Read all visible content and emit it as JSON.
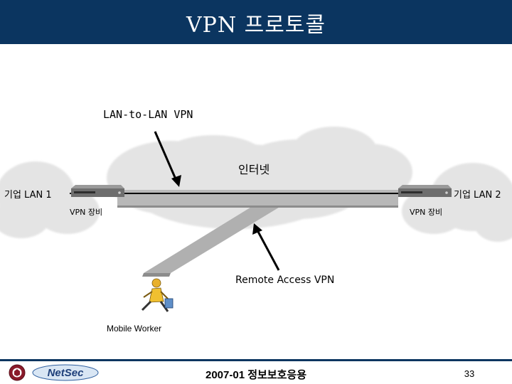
{
  "title": "VPN 프로토콜",
  "labels": {
    "lan_to_lan": "LAN-to-LAN VPN",
    "internet": "인터넷",
    "corp_lan_1": "기업 LAN 1",
    "corp_lan_2": "기업 LAN 2",
    "vpn_device_left": "VPN 장비",
    "vpn_device_right": "VPN 장비",
    "remote_access": "Remote Access VPN",
    "mobile_worker": "Mobile Worker"
  },
  "footer": {
    "course": "2007-01 정보보호응용",
    "page_number": "33",
    "logo_text": "NetSec"
  },
  "colors": {
    "title_bar": "#0b3560",
    "cloud": "#e4e4e4",
    "pipe": "#b8b8b8",
    "pipe_shadow": "#8c8c8c",
    "arrow": "#000000"
  },
  "icons": [
    "university-seal-icon",
    "netsec-logo-icon",
    "mobile-worker-icon",
    "vpn-device-icon"
  ]
}
